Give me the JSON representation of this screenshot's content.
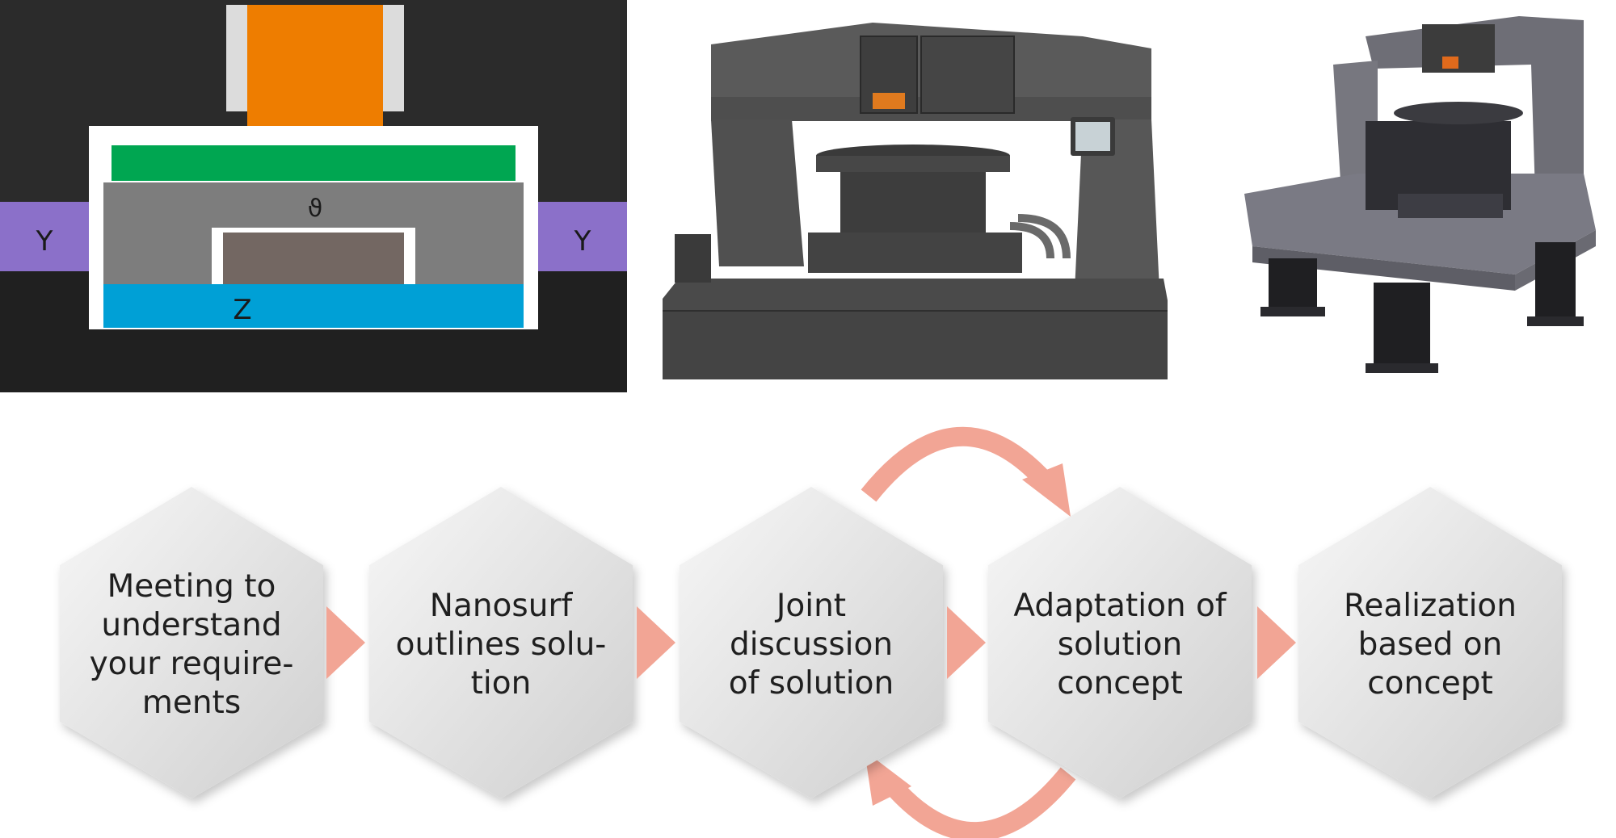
{
  "schematic": {
    "label_y_left": "Y",
    "label_y_right": "Y",
    "label_theta": "ϑ",
    "label_z": "Z"
  },
  "process_steps": [
    {
      "lines": [
        "Meeting to",
        "understand",
        "your require-",
        "ments"
      ]
    },
    {
      "lines": [
        "Nanosurf",
        "outlines solu-",
        "tion"
      ]
    },
    {
      "lines": [
        "Joint discussion",
        "of solution"
      ]
    },
    {
      "lines": [
        "Adaptation of",
        "solution",
        "concept"
      ]
    },
    {
      "lines": [
        "Realization",
        "based on",
        "concept"
      ]
    }
  ],
  "colors": {
    "accent_arrow": "#f2a595",
    "schematic_bg": "#2b2b2b",
    "head": "#ee7d00",
    "sample_layer": "#00a651",
    "theta_stage": "#7d7d7d",
    "z_stage": "#00a0d6",
    "y_stage": "#8b70c9",
    "machine_gray": "#4a4a4a"
  }
}
